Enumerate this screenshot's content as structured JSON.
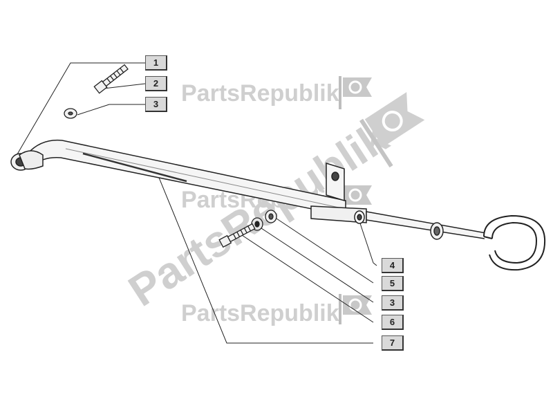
{
  "watermark": {
    "text": "PartsRepublik",
    "color": "#c8c8c8",
    "icon": "gear-flag-icon"
  },
  "callouts": [
    {
      "label": "1",
      "part": "tube"
    },
    {
      "label": "2",
      "part": "bolt"
    },
    {
      "label": "3",
      "part": "washer"
    },
    {
      "label": "4",
      "part": "clamp"
    },
    {
      "label": "5",
      "part": "washer"
    },
    {
      "label": "3",
      "part": "washer"
    },
    {
      "label": "6",
      "part": "bolt"
    },
    {
      "label": "7",
      "part": "tube"
    }
  ],
  "colors": {
    "line": "#222222",
    "box_fill": "#d9d9d9",
    "part_fill": "#f2f2f2"
  }
}
